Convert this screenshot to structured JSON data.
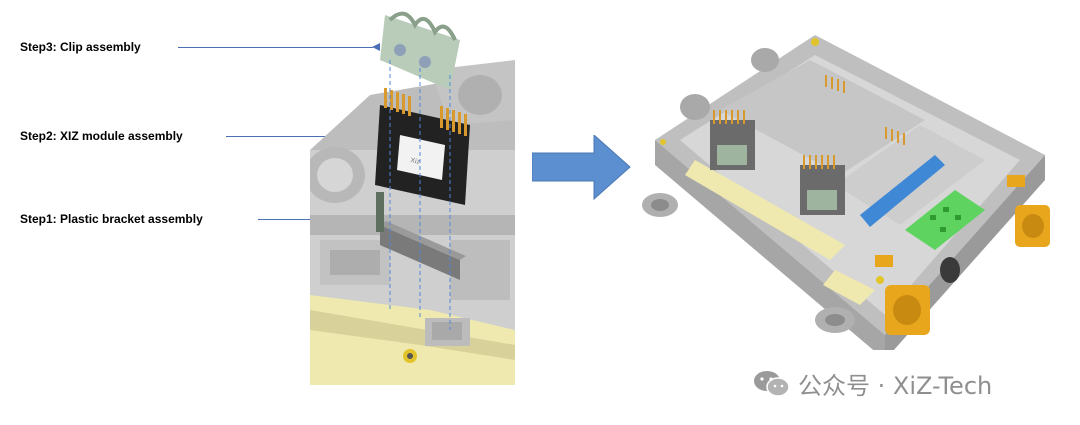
{
  "steps": [
    {
      "label": "Step3: Clip assembly"
    },
    {
      "label": "Step2: XIZ module assembly"
    },
    {
      "label": "Step1: Plastic bracket assembly"
    }
  ],
  "module_marking": "Xiz",
  "watermark": {
    "text": "公众号 · XiZ-Tech",
    "icon": "wechat-icon"
  },
  "colors": {
    "leader_line": "#4a6fb5",
    "flow_arrow": "#5b8fd0",
    "housing": "#c9c9c9",
    "pad": "#efe9b0",
    "pins": "#d89a2c",
    "bus_bar": "#3f88d6",
    "pcb": "#5fd35f",
    "connector": "#e8a61c"
  }
}
